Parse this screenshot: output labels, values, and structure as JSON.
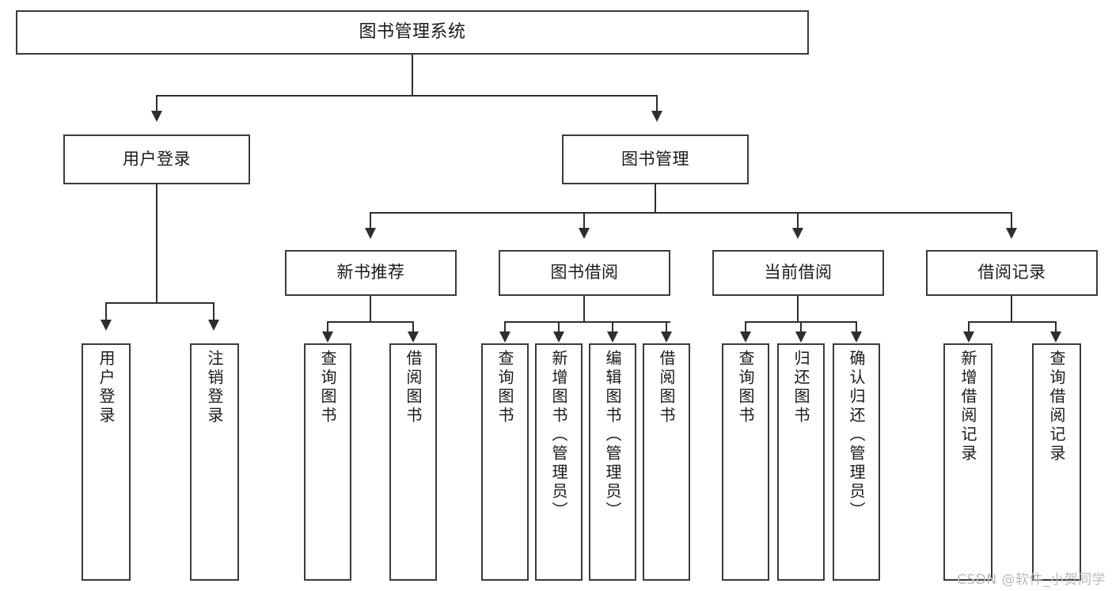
{
  "diagram": {
    "title": "图书管理系统",
    "watermark": "CSDN @软件_小贺同学",
    "nodes": {
      "root": "图书管理系统",
      "user_login": "用户登录",
      "book_manage": "图书管理",
      "new_book_rec": "新书推荐",
      "book_borrow": "图书借阅",
      "current_borrow": "当前借阅",
      "borrow_record": "借阅记录",
      "leaf_user_login": "用户登录",
      "leaf_logout": "注销登录",
      "leaf_query_book_1": "查询图书",
      "leaf_borrow_book_1": "借阅图书",
      "leaf_query_book_2": "查询图书",
      "leaf_add_book_admin": "新增图书（管理员）",
      "leaf_edit_book_admin": "编辑图书（管理员）",
      "leaf_borrow_book_2": "借阅图书",
      "leaf_query_book_3": "查询图书",
      "leaf_return_book": "归还图书",
      "leaf_confirm_return_admin": "确认归还（管理员）",
      "leaf_add_record": "新增借阅记录",
      "leaf_query_record": "查询借阅记录"
    }
  },
  "chart_data": {
    "type": "diagram",
    "subtype": "tree-hierarchy",
    "title": "图书管理系统",
    "orientation": "top-down",
    "levels": 4,
    "tree": {
      "label": "图书管理系统",
      "children": [
        {
          "label": "用户登录",
          "children": [
            {
              "label": "用户登录",
              "children": []
            },
            {
              "label": "注销登录",
              "children": []
            }
          ]
        },
        {
          "label": "图书管理",
          "children": [
            {
              "label": "新书推荐",
              "children": [
                {
                  "label": "查询图书",
                  "children": []
                },
                {
                  "label": "借阅图书",
                  "children": []
                }
              ]
            },
            {
              "label": "图书借阅",
              "children": [
                {
                  "label": "查询图书",
                  "children": []
                },
                {
                  "label": "新增图书（管理员）",
                  "children": []
                },
                {
                  "label": "编辑图书（管理员）",
                  "children": []
                },
                {
                  "label": "借阅图书",
                  "children": []
                }
              ]
            },
            {
              "label": "当前借阅",
              "children": [
                {
                  "label": "查询图书",
                  "children": []
                },
                {
                  "label": "归还图书",
                  "children": []
                },
                {
                  "label": "确认归还（管理员）",
                  "children": []
                }
              ]
            },
            {
              "label": "借阅记录",
              "children": [
                {
                  "label": "新增借阅记录",
                  "children": []
                },
                {
                  "label": "查询借阅记录",
                  "children": []
                }
              ]
            }
          ]
        }
      ]
    },
    "node_count": 20,
    "edge_style": "orthogonal-with-arrowheads",
    "colors": {
      "box_border": "#3b3b3b",
      "connector": "#2e2e2e",
      "text": "#1a1a1a",
      "background": "#ffffff",
      "watermark": "#b9b9b9"
    }
  }
}
